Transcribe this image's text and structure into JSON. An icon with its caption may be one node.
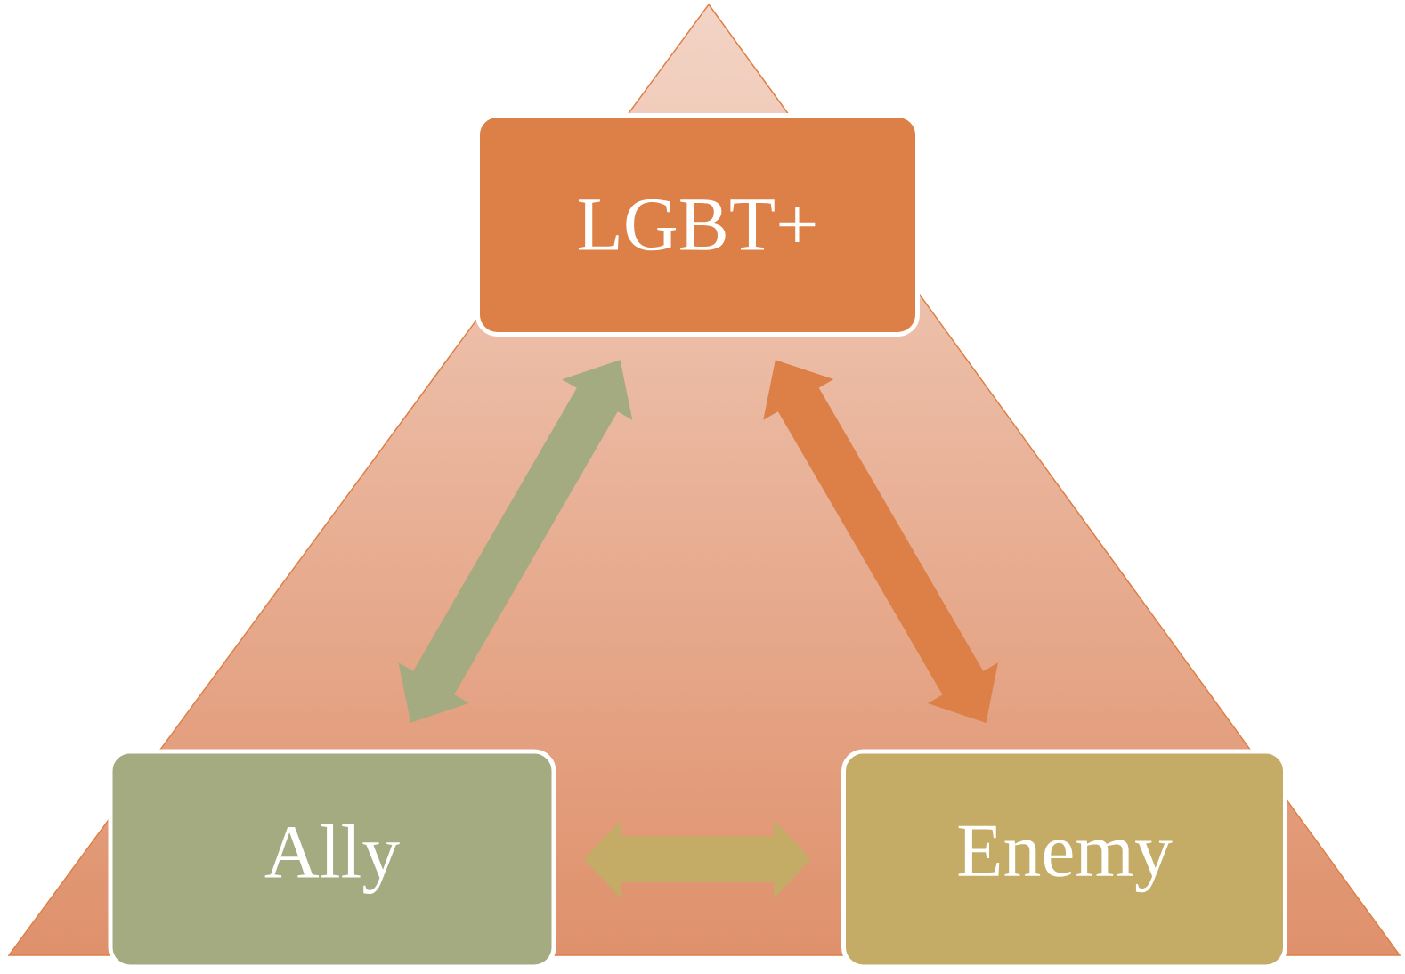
{
  "diagram": {
    "nodes": [
      {
        "text": [
          "LGBT+"
        ]
      },
      {
        "text": [
          "Ally"
        ]
      },
      {
        "text": [
          "Enemy"
        ]
      }
    ],
    "edges": [
      {
        "from": 1,
        "to": 0,
        "arrow": "both",
        "color": "#a5ab81"
      },
      {
        "from": 0,
        "to": 2,
        "arrow": "both",
        "color": "#dd8047"
      },
      {
        "from": 1,
        "to": 2,
        "arrow": "both",
        "color": "#c4ac67"
      }
    ]
  }
}
